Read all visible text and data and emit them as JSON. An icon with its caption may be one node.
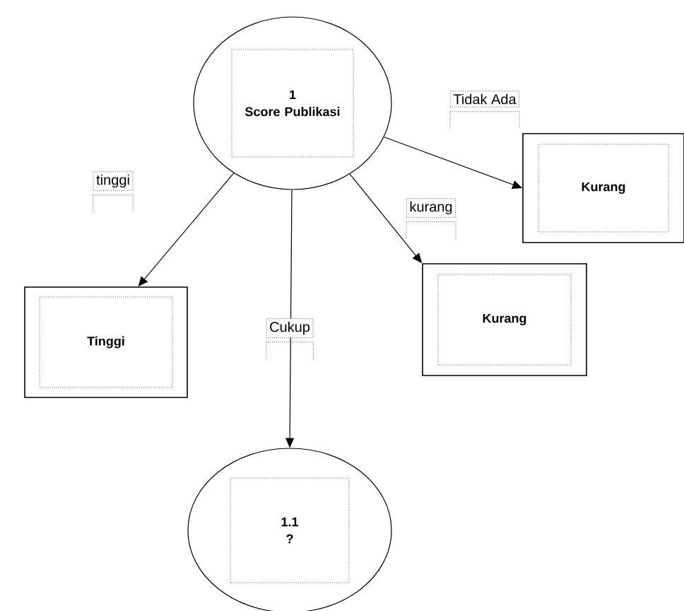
{
  "diagram": {
    "nodes": [
      {
        "text": [
          "1",
          "Score Publikasi"
        ]
      },
      {
        "text": [
          "Kurang"
        ]
      },
      {
        "text": [
          "Tinggi"
        ]
      },
      {
        "text": [
          "Kurang"
        ]
      },
      {
        "text": [
          "1.1",
          "?"
        ]
      }
    ],
    "edges": [
      {
        "from": 0,
        "to": 1,
        "arrow": "to",
        "label": "Tidak Ada"
      },
      {
        "from": 0,
        "to": 2,
        "arrow": "to",
        "label": "tinggi"
      },
      {
        "from": 0,
        "to": 3,
        "arrow": "to",
        "label": "kurang"
      },
      {
        "from": 0,
        "to": 4,
        "arrow": "to",
        "label": "Cukup"
      }
    ]
  }
}
